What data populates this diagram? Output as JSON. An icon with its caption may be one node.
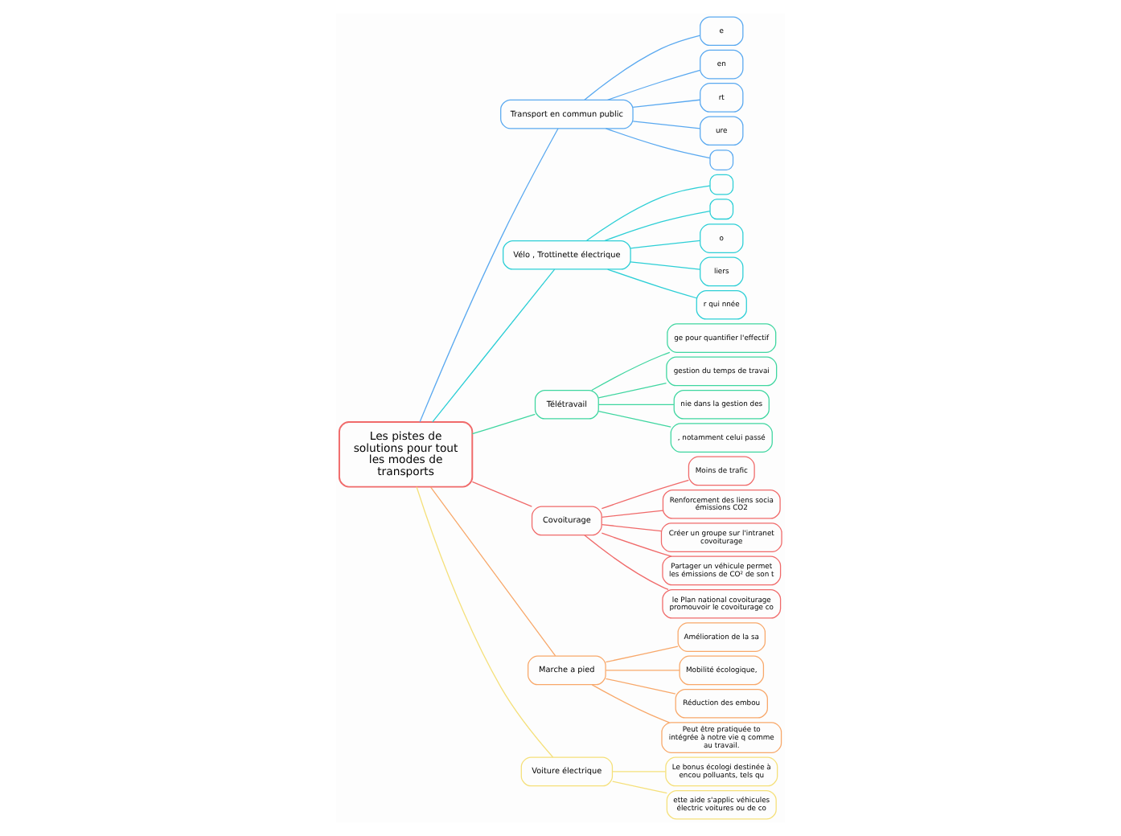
{
  "diagram": {
    "nodes": [
      {
        "text": [
          "Les pistes de solutions pour tout les modes de transports"
        ]
      },
      {
        "text": [
          "Transport en commun public"
        ]
      },
      {
        "text": [
          "e"
        ]
      },
      {
        "text": [
          "en"
        ]
      },
      {
        "text": [
          "rt"
        ]
      },
      {
        "text": [
          "ure"
        ]
      },
      {
        "text": [],
        "shape": "box"
      },
      {
        "text": [
          "Vélo , Trottinette électrique"
        ]
      },
      {
        "text": [],
        "shape": "box"
      },
      {
        "text": [],
        "shape": "box"
      },
      {
        "text": [
          "o"
        ]
      },
      {
        "text": [
          "liers"
        ]
      },
      {
        "text": [
          "r qui nnée"
        ]
      },
      {
        "text": [
          "Télétravail"
        ]
      },
      {
        "text": [
          "ge pour quantifier l'effectif"
        ]
      },
      {
        "text": [
          "gestion du temps de travai"
        ]
      },
      {
        "text": [
          "nie dans la gestion des"
        ]
      },
      {
        "text": [
          ", notamment celui passé"
        ]
      },
      {
        "text": [
          "Covoiturage"
        ]
      },
      {
        "text": [
          "Moins de trafic"
        ]
      },
      {
        "text": [
          "Renforcement des liens socia émissions CO2"
        ]
      },
      {
        "text": [
          "Créer un groupe sur l'intranet covoiturage"
        ]
      },
      {
        "text": [
          "Partager un véhicule permet les émissions de CO² de son t"
        ]
      },
      {
        "text": [
          "le Plan national covoiturage promouvoir le covoiturage co"
        ]
      },
      {
        "text": [
          "Marche a pied"
        ]
      },
      {
        "text": [
          "Amélioration de la sa"
        ]
      },
      {
        "text": [
          "Mobilité écologique,"
        ]
      },
      {
        "text": [
          "Réduction des embou"
        ]
      },
      {
        "text": [
          "Peut être pratiquée to intégrée à notre vie q comme au travail."
        ]
      },
      {
        "text": [
          "Voiture électrique"
        ]
      },
      {
        "text": [
          "Le bonus écologi destinée à encou polluants, tels qu"
        ]
      },
      {
        "text": [
          "ette aide s'applic véhicules électric voitures ou de co"
        ]
      }
    ],
    "edges": [
      {
        "from": 0,
        "to": 1,
        "arrow": "none",
        "color": "#5aa9f0"
      },
      {
        "from": 1,
        "to": 2,
        "arrow": "none",
        "color": "#5aa9f0"
      },
      {
        "from": 1,
        "to": 3,
        "arrow": "none",
        "color": "#5aa9f0"
      },
      {
        "from": 1,
        "to": 4,
        "arrow": "none",
        "color": "#5aa9f0"
      },
      {
        "from": 1,
        "to": 5,
        "arrow": "none",
        "color": "#5aa9f0"
      },
      {
        "from": 1,
        "to": 6,
        "arrow": "none",
        "color": "#5aa9f0"
      },
      {
        "from": 0,
        "to": 7,
        "arrow": "none",
        "color": "#2dcfd6"
      },
      {
        "from": 7,
        "to": 8,
        "arrow": "none",
        "color": "#2dcfd6"
      },
      {
        "from": 7,
        "to": 9,
        "arrow": "none",
        "color": "#2dcfd6"
      },
      {
        "from": 7,
        "to": 10,
        "arrow": "none",
        "color": "#2dcfd6"
      },
      {
        "from": 7,
        "to": 11,
        "arrow": "none",
        "color": "#2dcfd6"
      },
      {
        "from": 7,
        "to": 12,
        "arrow": "none",
        "color": "#2dcfd6"
      },
      {
        "from": 0,
        "to": 13,
        "arrow": "none",
        "color": "#3fd6a0"
      },
      {
        "from": 13,
        "to": 14,
        "arrow": "none",
        "color": "#3fd6a0"
      },
      {
        "from": 13,
        "to": 15,
        "arrow": "none",
        "color": "#3fd6a0"
      },
      {
        "from": 13,
        "to": 16,
        "arrow": "none",
        "color": "#3fd6a0"
      },
      {
        "from": 13,
        "to": 17,
        "arrow": "none",
        "color": "#3fd6a0"
      },
      {
        "from": 0,
        "to": 18,
        "arrow": "none",
        "color": "#f06a6a"
      },
      {
        "from": 18,
        "to": 19,
        "arrow": "none",
        "color": "#f06a6a"
      },
      {
        "from": 18,
        "to": 20,
        "arrow": "none",
        "color": "#f06a6a"
      },
      {
        "from": 18,
        "to": 21,
        "arrow": "none",
        "color": "#f06a6a"
      },
      {
        "from": 18,
        "to": 22,
        "arrow": "none",
        "color": "#f06a6a"
      },
      {
        "from": 18,
        "to": 23,
        "arrow": "none",
        "color": "#f06a6a"
      },
      {
        "from": 0,
        "to": 24,
        "arrow": "none",
        "color": "#f8a86a"
      },
      {
        "from": 24,
        "to": 25,
        "arrow": "none",
        "color": "#f8a86a"
      },
      {
        "from": 24,
        "to": 26,
        "arrow": "none",
        "color": "#f8a86a"
      },
      {
        "from": 24,
        "to": 27,
        "arrow": "none",
        "color": "#f8a86a"
      },
      {
        "from": 24,
        "to": 28,
        "arrow": "none",
        "color": "#f8a86a"
      },
      {
        "from": 0,
        "to": 29,
        "arrow": "none",
        "color": "#f5e07a"
      },
      {
        "from": 29,
        "to": 30,
        "arrow": "none",
        "color": "#f5e07a"
      },
      {
        "from": 29,
        "to": 31,
        "arrow": "none",
        "color": "#f5e07a"
      }
    ]
  }
}
